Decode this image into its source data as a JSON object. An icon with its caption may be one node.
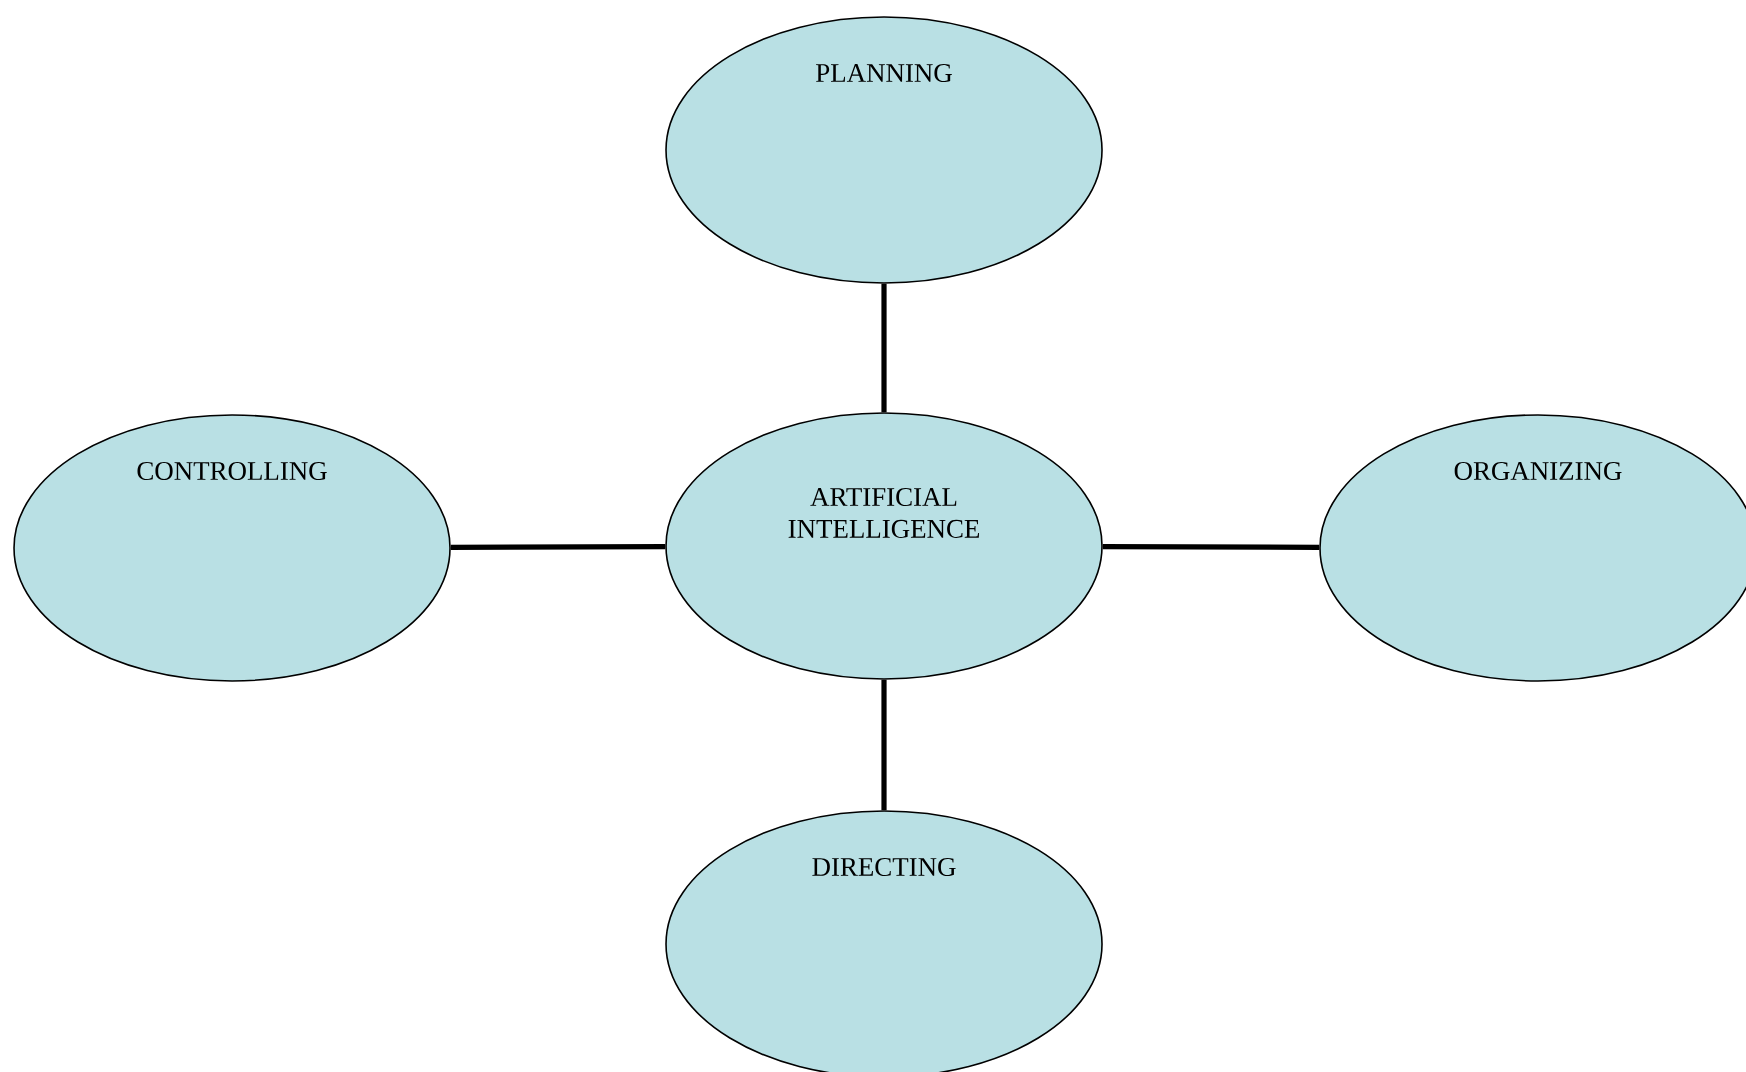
{
  "diagram": {
    "nodes": [
      {
        "text": [
          "PLANNING"
        ]
      },
      {
        "text": [
          "CONTROLLING"
        ]
      },
      {
        "text": [
          "ARTIFICIAL INTELLIGENCE"
        ]
      },
      {
        "text": [
          "ORGANIZING"
        ]
      },
      {
        "text": [
          "DIRECTING"
        ]
      }
    ],
    "edges": [
      {
        "from": 2,
        "to": 0,
        "arrow": "none"
      },
      {
        "from": 2,
        "to": 1,
        "arrow": "none"
      },
      {
        "from": 2,
        "to": 3,
        "arrow": "none"
      },
      {
        "from": 2,
        "to": 4,
        "arrow": "none"
      }
    ]
  }
}
